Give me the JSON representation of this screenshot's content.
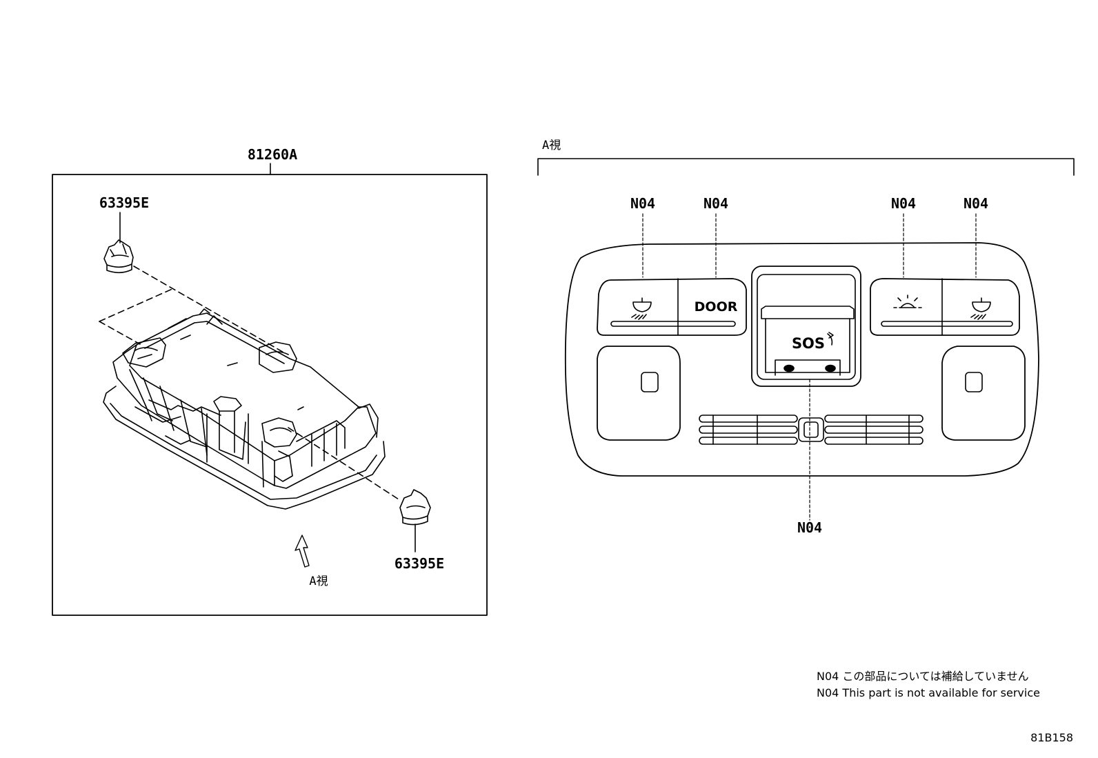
{
  "labels": {
    "assembly": "81260A",
    "clip_top": "63395E",
    "clip_bottom": "63395E",
    "view_ref": "A視",
    "view_title": "A視",
    "n04_1": "N04",
    "n04_2": "N04",
    "n04_3": "N04",
    "n04_4": "N04",
    "n04_5": "N04"
  },
  "buttons": {
    "door": "DOOR",
    "sos": "SOS"
  },
  "notes": {
    "jp": "N04 この部品については補給していません",
    "en": "N04 This part is not available for service"
  },
  "figure_id": "81B158"
}
